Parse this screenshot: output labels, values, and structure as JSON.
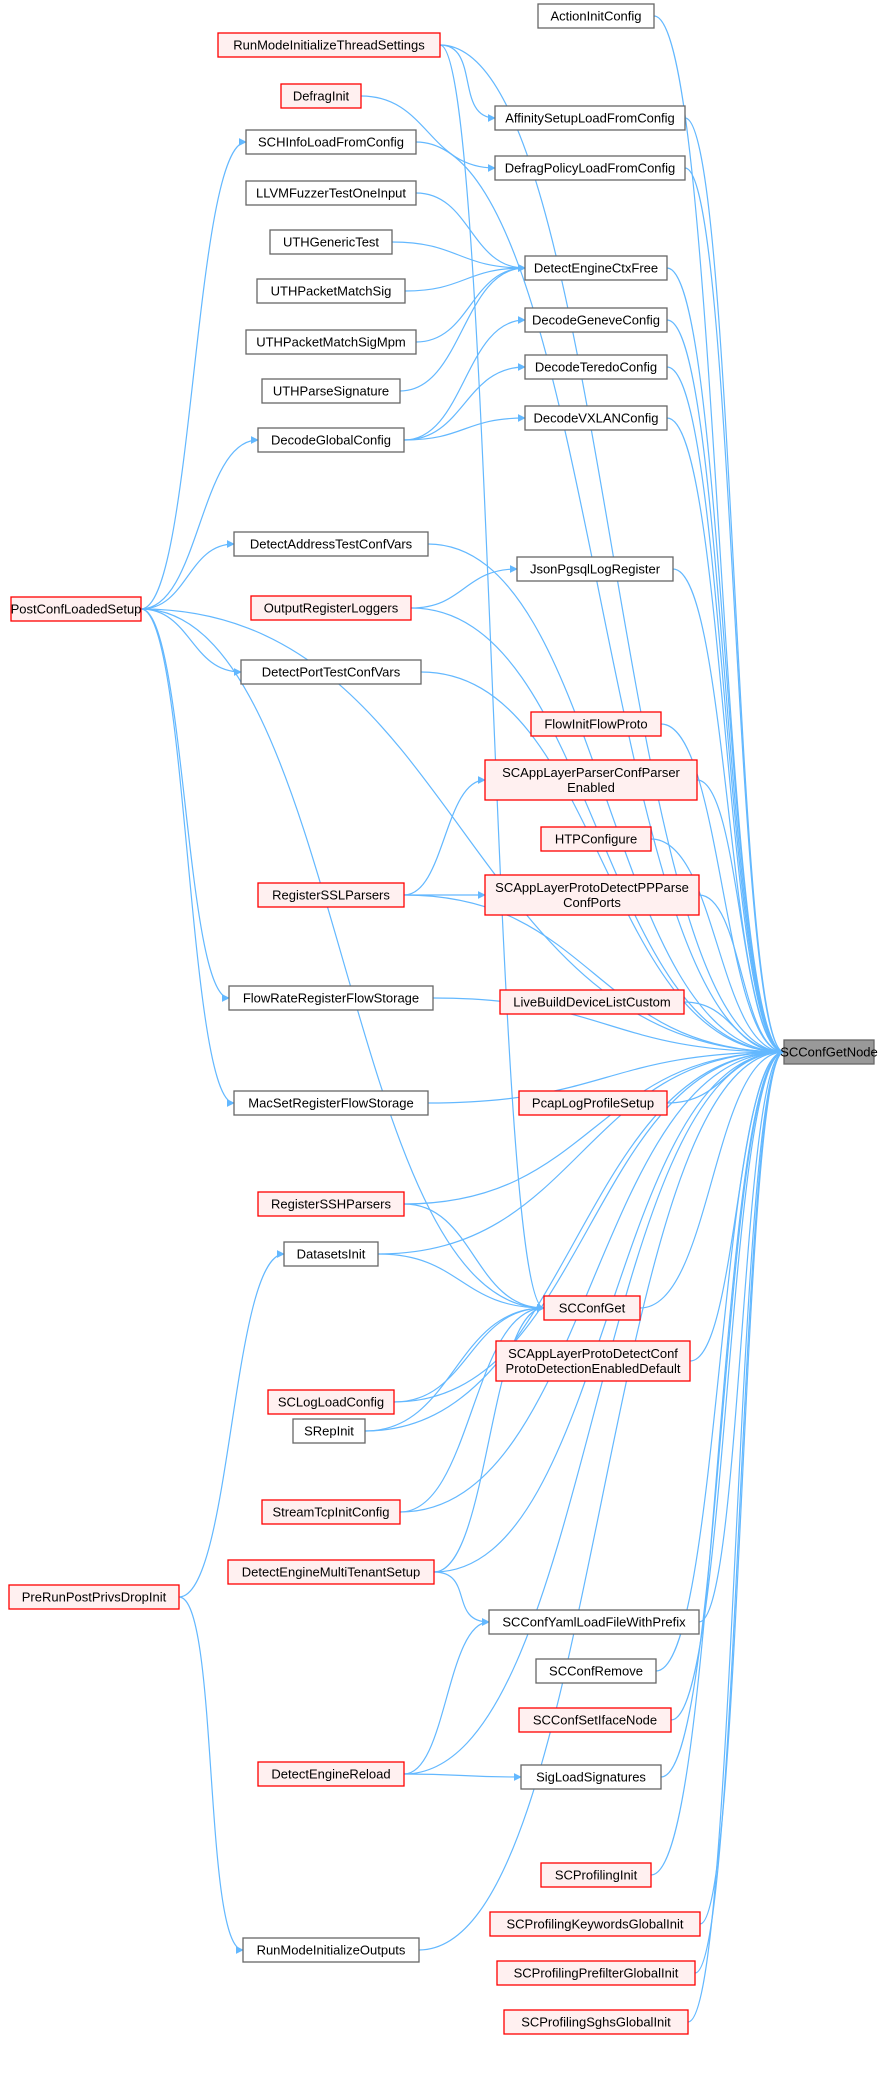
{
  "colors": {
    "edge": "#63b8ff",
    "normal_fill": "#ffffff",
    "normal_stroke": "#666666",
    "red_fill": "#fff0f0",
    "red_stroke": "#ff0000",
    "target_fill": "#999999",
    "target_stroke": "#666666"
  },
  "nodes": [
    {
      "id": "ActionInitConfig",
      "lines": [
        "ActionInitConfig"
      ],
      "style": "normal"
    },
    {
      "id": "RunModeInitializeThreadSettings",
      "lines": [
        "RunModeInitializeThreadSettings"
      ],
      "style": "red"
    },
    {
      "id": "DefragInit",
      "lines": [
        "DefragInit"
      ],
      "style": "red"
    },
    {
      "id": "AffinitySetupLoadFromConfig",
      "lines": [
        "AffinitySetupLoadFromConfig"
      ],
      "style": "normal"
    },
    {
      "id": "SCHInfoLoadFromConfig",
      "lines": [
        "SCHInfoLoadFromConfig"
      ],
      "style": "normal"
    },
    {
      "id": "DefragPolicyLoadFromConfig",
      "lines": [
        "DefragPolicyLoadFromConfig"
      ],
      "style": "normal"
    },
    {
      "id": "LLVMFuzzerTestOneInput",
      "lines": [
        "LLVMFuzzerTestOneInput"
      ],
      "style": "normal"
    },
    {
      "id": "UTHGenericTest",
      "lines": [
        "UTHGenericTest"
      ],
      "style": "normal"
    },
    {
      "id": "DetectEngineCtxFree",
      "lines": [
        "DetectEngineCtxFree"
      ],
      "style": "normal"
    },
    {
      "id": "UTHPacketMatchSig",
      "lines": [
        "UTHPacketMatchSig"
      ],
      "style": "normal"
    },
    {
      "id": "DecodeGeneveConfig",
      "lines": [
        "DecodeGeneveConfig"
      ],
      "style": "normal"
    },
    {
      "id": "UTHPacketMatchSigMpm",
      "lines": [
        "UTHPacketMatchSigMpm"
      ],
      "style": "normal"
    },
    {
      "id": "DecodeTeredoConfig",
      "lines": [
        "DecodeTeredoConfig"
      ],
      "style": "normal"
    },
    {
      "id": "UTHParseSignature",
      "lines": [
        "UTHParseSignature"
      ],
      "style": "normal"
    },
    {
      "id": "DecodeVXLANConfig",
      "lines": [
        "DecodeVXLANConfig"
      ],
      "style": "normal"
    },
    {
      "id": "DecodeGlobalConfig",
      "lines": [
        "DecodeGlobalConfig"
      ],
      "style": "normal"
    },
    {
      "id": "DetectAddressTestConfVars",
      "lines": [
        "DetectAddressTestConfVars"
      ],
      "style": "normal"
    },
    {
      "id": "JsonPgsqlLogRegister",
      "lines": [
        "JsonPgsqlLogRegister"
      ],
      "style": "normal"
    },
    {
      "id": "PostConfLoadedSetup",
      "lines": [
        "PostConfLoadedSetup"
      ],
      "style": "red"
    },
    {
      "id": "OutputRegisterLoggers",
      "lines": [
        "OutputRegisterLoggers"
      ],
      "style": "red"
    },
    {
      "id": "DetectPortTestConfVars",
      "lines": [
        "DetectPortTestConfVars"
      ],
      "style": "normal"
    },
    {
      "id": "FlowInitFlowProto",
      "lines": [
        "FlowInitFlowProto"
      ],
      "style": "red"
    },
    {
      "id": "SCAppLayerParserConfParserEnabled",
      "lines": [
        "SCAppLayerParserConfParser",
        "Enabled"
      ],
      "style": "red"
    },
    {
      "id": "HTPConfigure",
      "lines": [
        "HTPConfigure"
      ],
      "style": "red"
    },
    {
      "id": "RegisterSSLParsers",
      "lines": [
        "RegisterSSLParsers"
      ],
      "style": "red"
    },
    {
      "id": "SCAppLayerProtoDetectPPParseConfPorts",
      "lines": [
        "SCAppLayerProtoDetectPPParse",
        "ConfPorts"
      ],
      "style": "red"
    },
    {
      "id": "FlowRateRegisterFlowStorage",
      "lines": [
        "FlowRateRegisterFlowStorage"
      ],
      "style": "normal"
    },
    {
      "id": "LiveBuildDeviceListCustom",
      "lines": [
        "LiveBuildDeviceListCustom"
      ],
      "style": "red"
    },
    {
      "id": "SCConfGetNode",
      "lines": [
        "SCConfGetNode"
      ],
      "style": "target"
    },
    {
      "id": "PcapLogProfileSetup",
      "lines": [
        "PcapLogProfileSetup"
      ],
      "style": "red"
    },
    {
      "id": "MacSetRegisterFlowStorage",
      "lines": [
        "MacSetRegisterFlowStorage"
      ],
      "style": "normal"
    },
    {
      "id": "RegisterSSHParsers",
      "lines": [
        "RegisterSSHParsers"
      ],
      "style": "red"
    },
    {
      "id": "DatasetsInit",
      "lines": [
        "DatasetsInit"
      ],
      "style": "normal"
    },
    {
      "id": "SCConfGet",
      "lines": [
        "SCConfGet"
      ],
      "style": "red"
    },
    {
      "id": "SCAppLayerProtoDetectConfProtoDetectionEnabledDefault",
      "lines": [
        "SCAppLayerProtoDetectConf",
        "ProtoDetectionEnabledDefault"
      ],
      "style": "red"
    },
    {
      "id": "SCLogLoadConfig",
      "lines": [
        "SCLogLoadConfig"
      ],
      "style": "red"
    },
    {
      "id": "SRepInit",
      "lines": [
        "SRepInit"
      ],
      "style": "normal"
    },
    {
      "id": "StreamTcpInitConfig",
      "lines": [
        "StreamTcpInitConfig"
      ],
      "style": "red"
    },
    {
      "id": "DetectEngineMultiTenantSetup",
      "lines": [
        "DetectEngineMultiTenantSetup"
      ],
      "style": "red"
    },
    {
      "id": "PreRunPostPrivsDropInit",
      "lines": [
        "PreRunPostPrivsDropInit"
      ],
      "style": "red"
    },
    {
      "id": "SCConfYamlLoadFileWithPrefix",
      "lines": [
        "SCConfYamlLoadFileWithPrefix"
      ],
      "style": "normal"
    },
    {
      "id": "SCConfRemove",
      "lines": [
        "SCConfRemove"
      ],
      "style": "normal"
    },
    {
      "id": "SCConfSetIfaceNode",
      "lines": [
        "SCConfSetIfaceNode"
      ],
      "style": "red"
    },
    {
      "id": "DetectEngineReload",
      "lines": [
        "DetectEngineReload"
      ],
      "style": "red"
    },
    {
      "id": "SigLoadSignatures",
      "lines": [
        "SigLoadSignatures"
      ],
      "style": "normal"
    },
    {
      "id": "SCProfilingInit",
      "lines": [
        "SCProfilingInit"
      ],
      "style": "red"
    },
    {
      "id": "SCProfilingKeywordsGlobalInit",
      "lines": [
        "SCProfilingKeywordsGlobalInit"
      ],
      "style": "red"
    },
    {
      "id": "RunModeInitializeOutputs",
      "lines": [
        "RunModeInitializeOutputs"
      ],
      "style": "normal"
    },
    {
      "id": "SCProfilingPrefilterGlobalInit",
      "lines": [
        "SCProfilingPrefilterGlobalInit"
      ],
      "style": "red"
    },
    {
      "id": "SCProfilingSghsGlobalInit",
      "lines": [
        "SCProfilingSghsGlobalInit"
      ],
      "style": "red"
    }
  ],
  "edges": [
    [
      "ActionInitConfig",
      "SCConfGetNode"
    ],
    [
      "RunModeInitializeThreadSettings",
      "SCConfGetNode"
    ],
    [
      "RunModeInitializeThreadSettings",
      "AffinitySetupLoadFromConfig"
    ],
    [
      "RunModeInitializeThreadSettings",
      "SCConfGet"
    ],
    [
      "AffinitySetupLoadFromConfig",
      "SCConfGetNode"
    ],
    [
      "DefragInit",
      "DefragPolicyLoadFromConfig"
    ],
    [
      "DefragPolicyLoadFromConfig",
      "SCConfGetNode"
    ],
    [
      "SCHInfoLoadFromConfig",
      "SCConfGetNode"
    ],
    [
      "LLVMFuzzerTestOneInput",
      "DetectEngineCtxFree"
    ],
    [
      "UTHGenericTest",
      "DetectEngineCtxFree"
    ],
    [
      "UTHPacketMatchSig",
      "DetectEngineCtxFree"
    ],
    [
      "UTHPacketMatchSigMpm",
      "DetectEngineCtxFree"
    ],
    [
      "UTHParseSignature",
      "DetectEngineCtxFree"
    ],
    [
      "DetectEngineCtxFree",
      "SCConfGetNode"
    ],
    [
      "DecodeGlobalConfig",
      "DecodeGeneveConfig"
    ],
    [
      "DecodeGlobalConfig",
      "DecodeTeredoConfig"
    ],
    [
      "DecodeGlobalConfig",
      "DecodeVXLANConfig"
    ],
    [
      "DecodeGeneveConfig",
      "SCConfGetNode"
    ],
    [
      "DecodeTeredoConfig",
      "SCConfGetNode"
    ],
    [
      "DecodeVXLANConfig",
      "SCConfGetNode"
    ],
    [
      "DetectAddressTestConfVars",
      "SCConfGetNode"
    ],
    [
      "JsonPgsqlLogRegister",
      "SCConfGetNode"
    ],
    [
      "OutputRegisterLoggers",
      "JsonPgsqlLogRegister"
    ],
    [
      "OutputRegisterLoggers",
      "SCConfGetNode"
    ],
    [
      "DetectPortTestConfVars",
      "SCConfGetNode"
    ],
    [
      "PostConfLoadedSetup",
      "SCHInfoLoadFromConfig"
    ],
    [
      "PostConfLoadedSetup",
      "DecodeGlobalConfig"
    ],
    [
      "PostConfLoadedSetup",
      "DetectAddressTestConfVars"
    ],
    [
      "PostConfLoadedSetup",
      "DetectPortTestConfVars"
    ],
    [
      "PostConfLoadedSetup",
      "FlowRateRegisterFlowStorage"
    ],
    [
      "PostConfLoadedSetup",
      "MacSetRegisterFlowStorage"
    ],
    [
      "PostConfLoadedSetup",
      "SCConfGetNode"
    ],
    [
      "PostConfLoadedSetup",
      "SCConfGet"
    ],
    [
      "FlowInitFlowProto",
      "SCConfGetNode"
    ],
    [
      "SCAppLayerParserConfParserEnabled",
      "SCConfGetNode"
    ],
    [
      "HTPConfigure",
      "SCConfGetNode"
    ],
    [
      "RegisterSSLParsers",
      "SCAppLayerParserConfParserEnabled"
    ],
    [
      "RegisterSSLParsers",
      "SCAppLayerProtoDetectPPParseConfPorts"
    ],
    [
      "RegisterSSLParsers",
      "SCConfGetNode"
    ],
    [
      "SCAppLayerProtoDetectPPParseConfPorts",
      "SCConfGetNode"
    ],
    [
      "FlowRateRegisterFlowStorage",
      "SCConfGetNode"
    ],
    [
      "LiveBuildDeviceListCustom",
      "SCConfGetNode"
    ],
    [
      "PcapLogProfileSetup",
      "SCConfGetNode"
    ],
    [
      "MacSetRegisterFlowStorage",
      "SCConfGetNode"
    ],
    [
      "RegisterSSHParsers",
      "SCConfGetNode"
    ],
    [
      "RegisterSSHParsers",
      "SCConfGet"
    ],
    [
      "DatasetsInit",
      "SCConfGetNode"
    ],
    [
      "DatasetsInit",
      "SCConfGet"
    ],
    [
      "SCConfGet",
      "SCConfGetNode"
    ],
    [
      "SCAppLayerProtoDetectConfProtoDetectionEnabledDefault",
      "SCConfGetNode"
    ],
    [
      "SCLogLoadConfig",
      "SCConfGetNode"
    ],
    [
      "SCLogLoadConfig",
      "SCConfGet"
    ],
    [
      "SRepInit",
      "SCConfGetNode"
    ],
    [
      "SRepInit",
      "SCConfGet"
    ],
    [
      "StreamTcpInitConfig",
      "SCConfGetNode"
    ],
    [
      "StreamTcpInitConfig",
      "SCConfGet"
    ],
    [
      "DetectEngineMultiTenantSetup",
      "SCConfGetNode"
    ],
    [
      "DetectEngineMultiTenantSetup",
      "SCConfGet"
    ],
    [
      "DetectEngineMultiTenantSetup",
      "SCConfYamlLoadFileWithPrefix"
    ],
    [
      "PreRunPostPrivsDropInit",
      "DatasetsInit"
    ],
    [
      "PreRunPostPrivsDropInit",
      "RunModeInitializeOutputs"
    ],
    [
      "SCConfYamlLoadFileWithPrefix",
      "SCConfGetNode"
    ],
    [
      "SCConfRemove",
      "SCConfGetNode"
    ],
    [
      "SCConfSetIfaceNode",
      "SCConfGetNode"
    ],
    [
      "DetectEngineReload",
      "SCConfYamlLoadFileWithPrefix"
    ],
    [
      "DetectEngineReload",
      "SigLoadSignatures"
    ],
    [
      "DetectEngineReload",
      "SCConfGetNode"
    ],
    [
      "SigLoadSignatures",
      "SCConfGetNode"
    ],
    [
      "SCProfilingInit",
      "SCConfGetNode"
    ],
    [
      "SCProfilingKeywordsGlobalInit",
      "SCConfGetNode"
    ],
    [
      "SCProfilingPrefilterGlobalInit",
      "SCConfGetNode"
    ],
    [
      "SCProfilingSghsGlobalInit",
      "SCConfGetNode"
    ],
    [
      "RunModeInitializeOutputs",
      "SCConfGetNode"
    ]
  ]
}
